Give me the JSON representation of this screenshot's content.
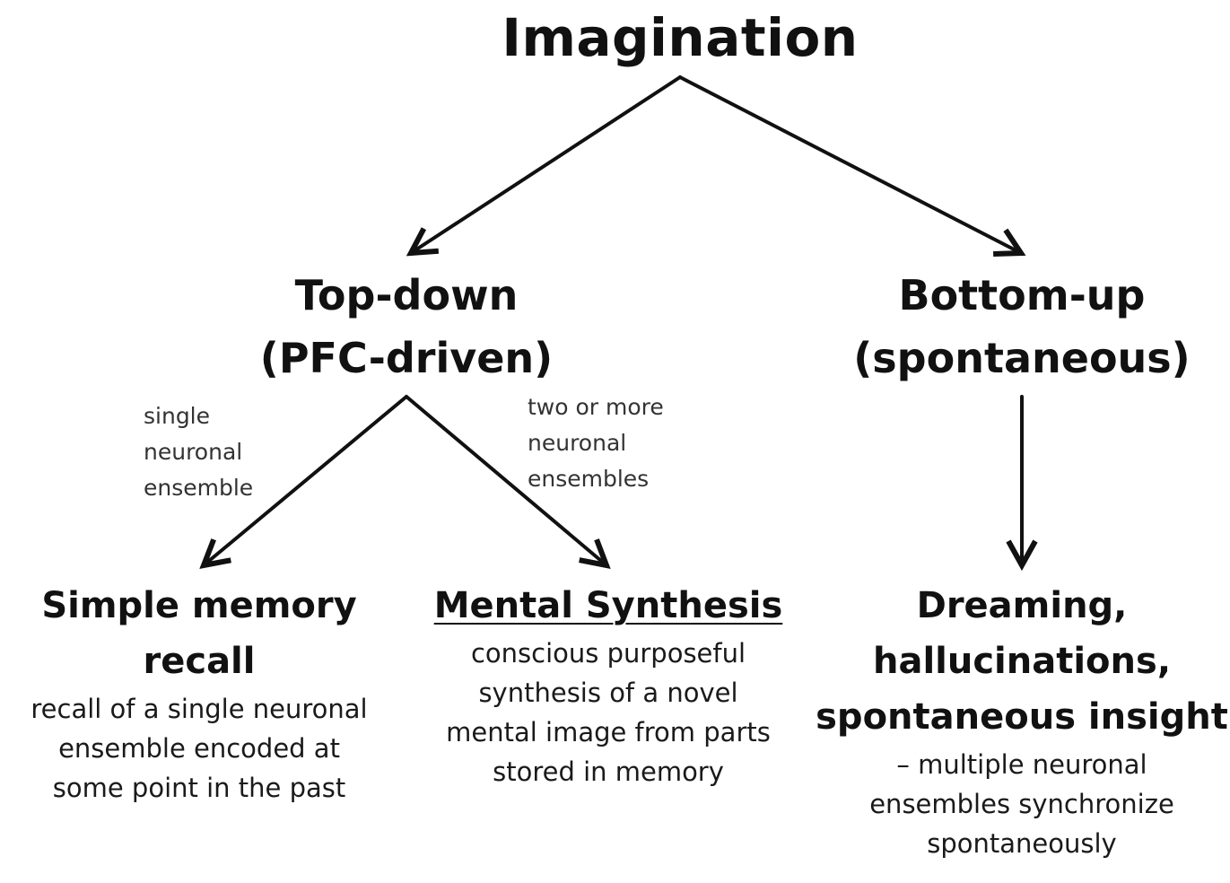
{
  "diagram": {
    "root": {
      "label": "Imagination"
    },
    "top_down": {
      "line1": "Top-down",
      "line2": "(PFC-driven)"
    },
    "bottom_up": {
      "line1": "Bottom-up",
      "line2": "(spontaneous)"
    },
    "edge_labels": {
      "single": [
        "single",
        "neuronal",
        "ensemble"
      ],
      "multiple": [
        "two or more",
        "neuronal",
        "ensembles"
      ]
    },
    "simple_recall": {
      "title": [
        "Simple memory",
        "recall"
      ],
      "desc": [
        "recall of a single neuronal",
        "ensemble encoded at",
        "some point in the past"
      ]
    },
    "mental_synthesis": {
      "title": "Mental Synthesis",
      "desc": [
        "conscious purposeful",
        "synthesis of a novel",
        "mental image from parts",
        "stored in memory"
      ]
    },
    "dreaming": {
      "title": [
        "Dreaming,",
        "hallucinations,",
        "spontaneous insight"
      ],
      "desc": [
        "– multiple neuronal",
        "ensembles synchronize",
        "spontaneously"
      ]
    }
  }
}
